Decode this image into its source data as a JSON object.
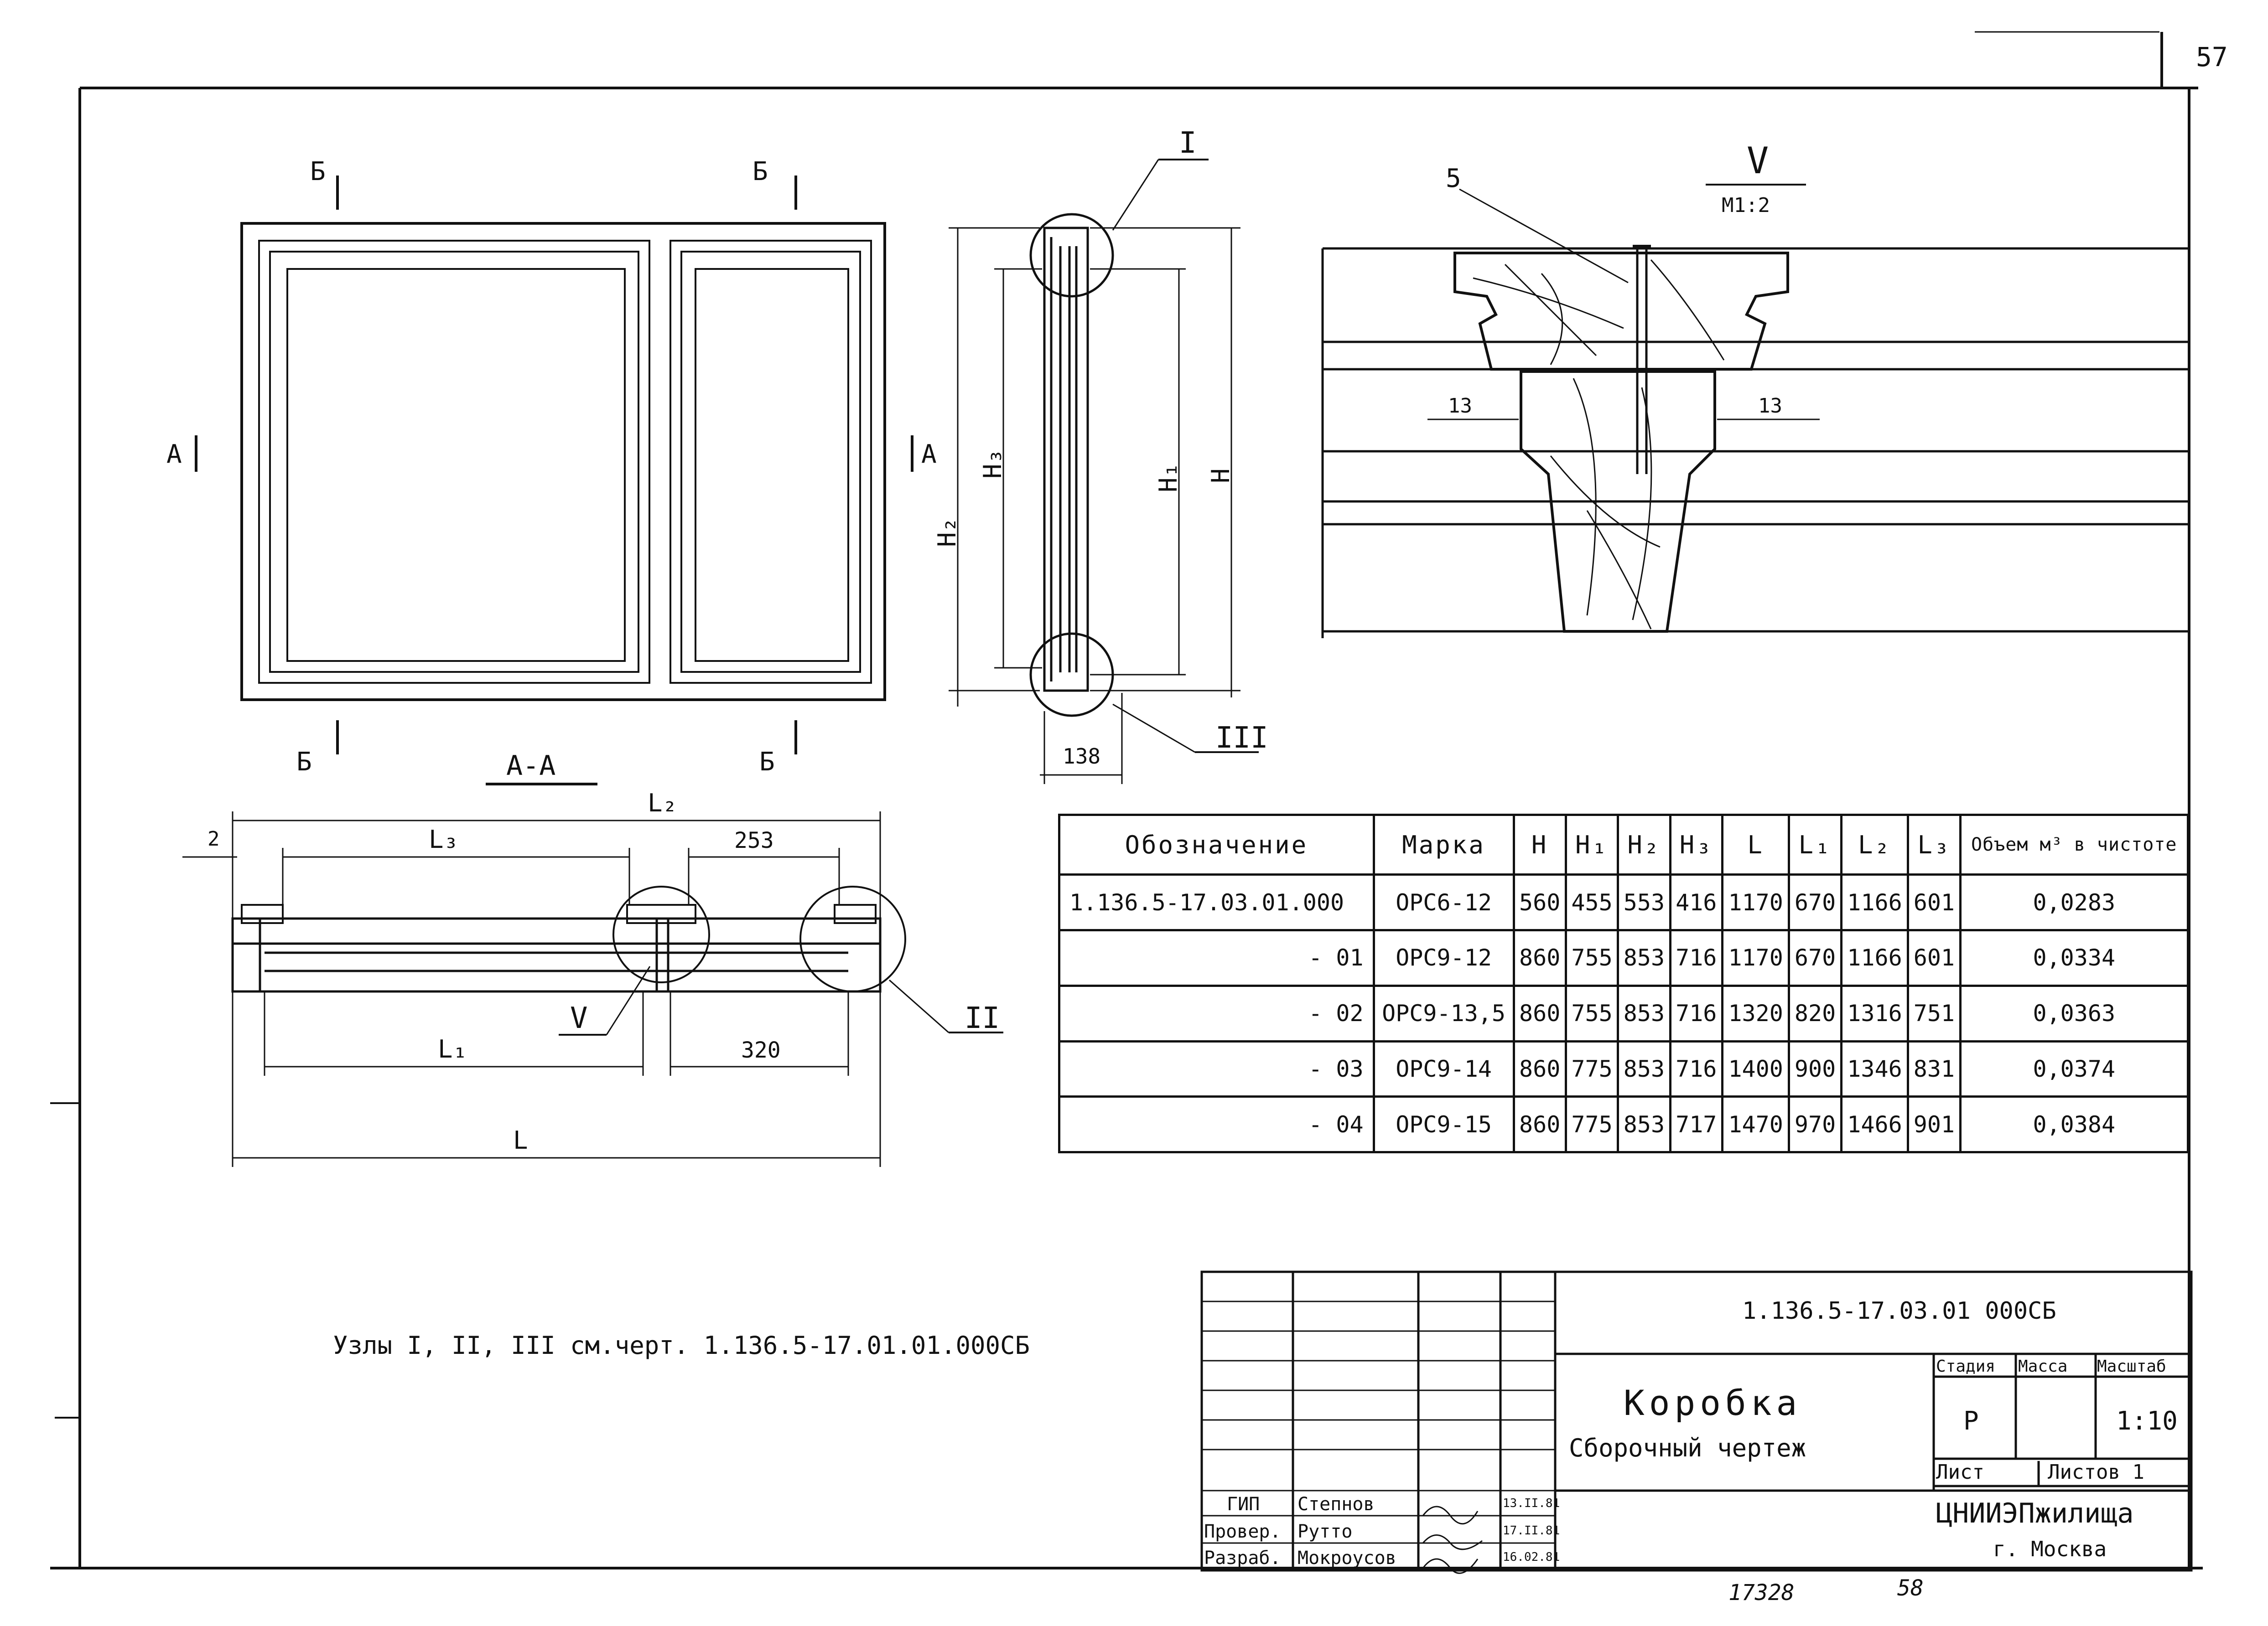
{
  "page_number": "57",
  "drawing": {
    "section_marks": {
      "b": "Б",
      "a": "А"
    },
    "section_title": "А-А",
    "elevation_dims": {
      "h1": "H₁",
      "h2": "H₂",
      "h3": "H₃",
      "h": "H",
      "width": "138"
    },
    "nodes": {
      "i": "I",
      "ii": "II",
      "iii": "III",
      "v": "V"
    },
    "detail_scale": "М1:2",
    "detail_callout": "5",
    "detail_dims": [
      "13",
      "13"
    ],
    "section_dims": {
      "l2": "L₂",
      "l3": "L₃",
      "d253": "253",
      "d2": "2",
      "l1": "L₁",
      "d320": "320",
      "l": "L"
    }
  },
  "table": {
    "headers": [
      "Обозначение",
      "Марка",
      "H",
      "H₁",
      "H₂",
      "H₃",
      "L",
      "L₁",
      "L₂",
      "L₃",
      "Объем м³ в чистоте"
    ],
    "rows": [
      [
        "1.136.5-17.03.01.000",
        "ОРС6-12",
        "560",
        "455",
        "553",
        "416",
        "1170",
        "670",
        "1166",
        "601",
        "0,0283"
      ],
      [
        "- 01",
        "ОРС9-12",
        "860",
        "755",
        "853",
        "716",
        "1170",
        "670",
        "1166",
        "601",
        "0,0334"
      ],
      [
        "- 02",
        "ОРС9-13,5",
        "860",
        "755",
        "853",
        "716",
        "1320",
        "820",
        "1316",
        "751",
        "0,0363"
      ],
      [
        "- 03",
        "ОРС9-14",
        "860",
        "775",
        "853",
        "716",
        "1400",
        "900",
        "1346",
        "831",
        "0,0374"
      ],
      [
        "- 04",
        "ОРС9-15",
        "860",
        "775",
        "853",
        "717",
        "1470",
        "970",
        "1466",
        "901",
        "0,0384"
      ]
    ]
  },
  "note": "Узлы I, II, III см.черт. 1.136.5-17.01.01.000СБ",
  "title_block": {
    "doc_code": "1.136.5-17.03.01 000СБ",
    "title": "Коробка",
    "subtitle": "Сборочный чертеж",
    "stage_label": "Стадия",
    "mass_label": "Масса",
    "scale_label": "Масштаб",
    "stage": "Р",
    "scale": "1:10",
    "sheet_label": "Лист",
    "sheets_label": "Листов 1",
    "org": "ЦНИИЭПжилища",
    "city": "г. Москва",
    "signers": [
      {
        "role": "ГИП",
        "name": "Степнов",
        "date": "13.II.81"
      },
      {
        "role": "Провер.",
        "name": "Рутто",
        "date": "17.II.81"
      },
      {
        "role": "Разраб.",
        "name": "Мокроусов",
        "date": "16.02.81"
      }
    ]
  },
  "footer": {
    "number": "17328",
    "page": "58"
  }
}
